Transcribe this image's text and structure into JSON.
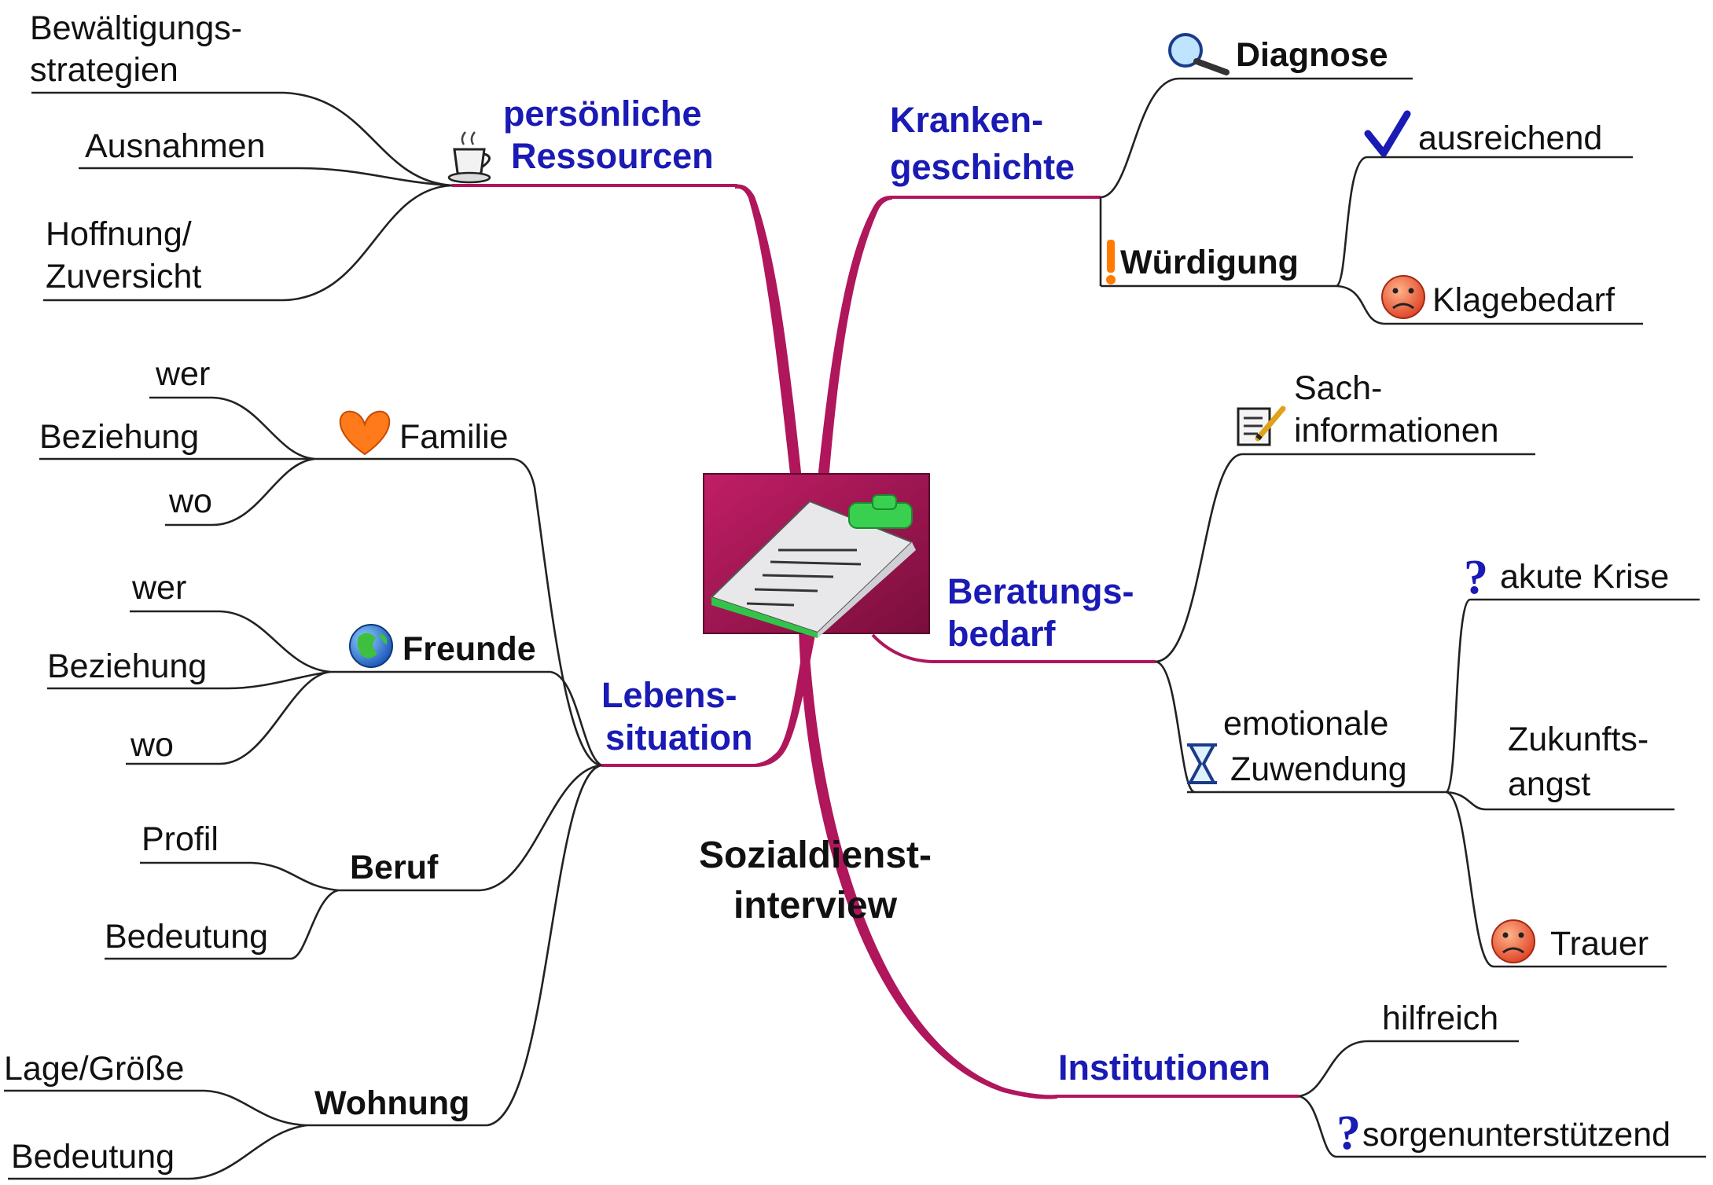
{
  "colors": {
    "branch": "#b0165c",
    "main_label": "#1a1ab5",
    "sub_line": "#222222"
  },
  "center": {
    "title_line1": "Sozialdienst-",
    "title_line2": "interview",
    "icon": "clipboard-document-icon"
  },
  "branches": {
    "ressourcen": {
      "label_line1": "persönliche",
      "label_line2": "Ressourcen",
      "icon": "coffee-cup-icon",
      "children": {
        "bewaeltigung_line1": "Bewältigungs-",
        "bewaeltigung_line2": "strategien",
        "ausnahmen": "Ausnahmen",
        "hoffnung_line1": "Hoffnung/",
        "hoffnung_line2": "Zuversicht"
      }
    },
    "krankengeschichte": {
      "label_line1": "Kranken-",
      "label_line2": "geschichte",
      "diagnose": {
        "label": "Diagnose",
        "icon": "magnifier-icon"
      },
      "wuerdigung": {
        "label": "Würdigung",
        "icon": "exclamation-icon",
        "ausreichend": {
          "label": "ausreichend",
          "icon": "checkmark-icon"
        },
        "klagebedarf": {
          "label": "Klagebedarf",
          "icon": "sad-face-icon"
        }
      }
    },
    "lebenssituation": {
      "label_line1": "Lebens-",
      "label_line2": "situation",
      "familie": {
        "label": "Familie",
        "icon": "heart-icon",
        "wer": "wer",
        "beziehung": "Beziehung",
        "wo": "wo"
      },
      "freunde": {
        "label": "Freunde",
        "icon": "globe-icon",
        "wer": "wer",
        "beziehung": "Beziehung",
        "wo": "wo"
      },
      "beruf": {
        "label": "Beruf",
        "profil": "Profil",
        "bedeutung": "Bedeutung"
      },
      "wohnung": {
        "label": "Wohnung",
        "lage": "Lage/Größe",
        "bedeutung": "Bedeutung"
      }
    },
    "beratungsbedarf": {
      "label_line1": "Beratungs-",
      "label_line2": "bedarf",
      "sachinfo": {
        "label_line1": "Sach-",
        "label_line2": "informationen",
        "icon": "notepad-pencil-icon"
      },
      "emotional": {
        "label_line1": "emotionale",
        "label_line2": "Zuwendung",
        "icon": "hourglass-icon",
        "krise": {
          "label": "akute Krise",
          "icon": "question-icon"
        },
        "zukunft_line1": "Zukunfts-",
        "zukunft_line2": "angst",
        "trauer": {
          "label": "Trauer",
          "icon": "sad-face-icon"
        }
      }
    },
    "institutionen": {
      "label": "Institutionen",
      "hilfreich": "hilfreich",
      "sorgen": {
        "label": "sorgenunterstützend",
        "icon": "question-icon"
      }
    }
  }
}
